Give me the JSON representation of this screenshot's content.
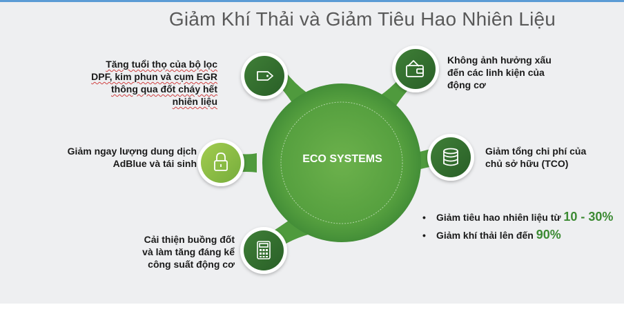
{
  "title": "Giảm Khí Thải và Giảm Tiêu Hao Nhiên Liệu",
  "center": {
    "label": "ECO SYSTEMS"
  },
  "items": [
    {
      "lines": [
        "Tăng tuổi thọ của bộ lọc",
        "DPF, kim phun và cụm EGR",
        "thông qua đốt cháy hết",
        "nhiên liệu"
      ],
      "icon": "tag-icon"
    },
    {
      "lines": [
        "Không ảnh hưởng xấu",
        "đến các linh kiện của",
        "động cơ"
      ],
      "icon": "wallet-icon"
    },
    {
      "lines": [
        "Giảm ngay lượng dung dịch",
        "AdBlue và tái sinh"
      ],
      "icon": "lock-icon"
    },
    {
      "lines": [
        "Giảm tổng chi phí của",
        "chủ sở hữu (TCO)"
      ],
      "icon": "coins-icon"
    },
    {
      "lines": [
        "Cải thiện buồng đốt",
        "và làm tăng đáng kể",
        "công suất động cơ"
      ],
      "icon": "calculator-icon"
    }
  ],
  "bullets": [
    {
      "bullet": "•",
      "text": "Giảm tiêu hao nhiên liệu từ ",
      "highlight": "10 - 30%"
    },
    {
      "bullet": "•",
      "text": "Giảm khí thải lên đến ",
      "highlight": "90%"
    }
  ],
  "colors": {
    "hub_light": "#6cb14c",
    "hub_dark": "#2f7432",
    "node_dark": "#2f6a2c",
    "node_light": "#8fc046",
    "highlight_text": "#3c8a33",
    "title_text": "#595959"
  }
}
